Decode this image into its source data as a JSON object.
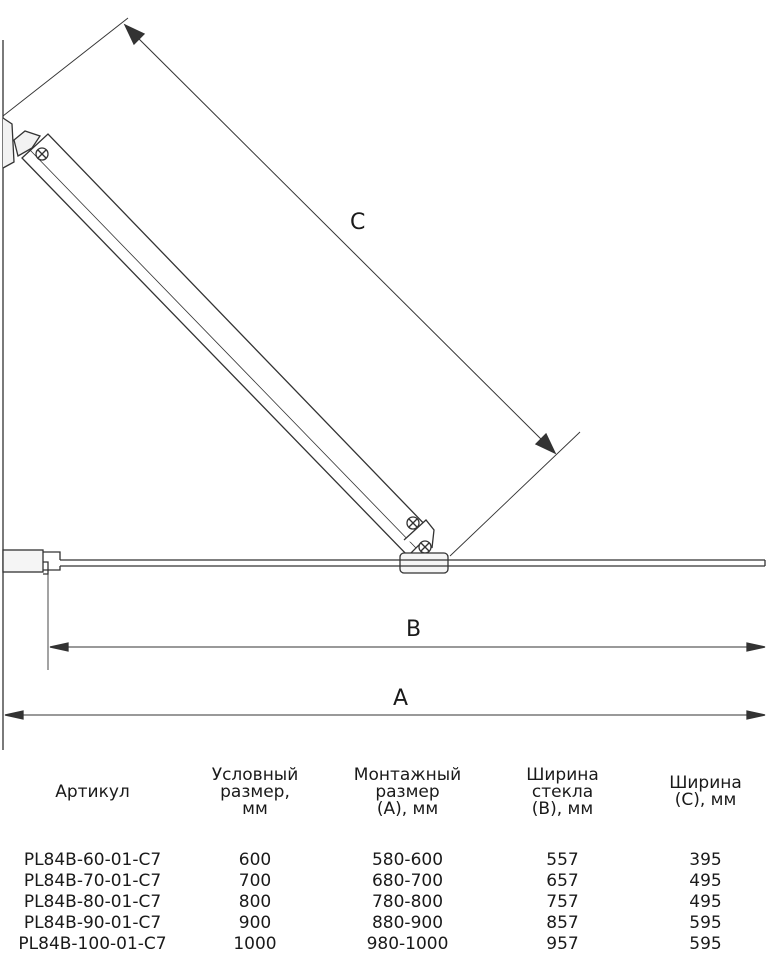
{
  "dimensions": {
    "c": "C",
    "b": "B",
    "a": "A"
  },
  "table": {
    "headers": [
      [
        "Артикул"
      ],
      [
        "Условный",
        "размер,",
        "мм"
      ],
      [
        "Монтажный",
        "размер",
        "(A), мм"
      ],
      [
        "Ширина",
        "стекла",
        "(B), мм"
      ],
      [
        "Ширина",
        "(C), мм"
      ]
    ],
    "rows": [
      [
        "PL84B-60-01-C7",
        "600",
        "580-600",
        "557",
        "395"
      ],
      [
        "PL84B-70-01-C7",
        "700",
        "680-700",
        "657",
        "495"
      ],
      [
        "PL84B-80-01-C7",
        "800",
        "780-800",
        "757",
        "495"
      ],
      [
        "PL84B-90-01-C7",
        "900",
        "880-900",
        "857",
        "595"
      ],
      [
        "PL84B-100-01-C7",
        "1000",
        "980-1000",
        "957",
        "595"
      ]
    ]
  }
}
